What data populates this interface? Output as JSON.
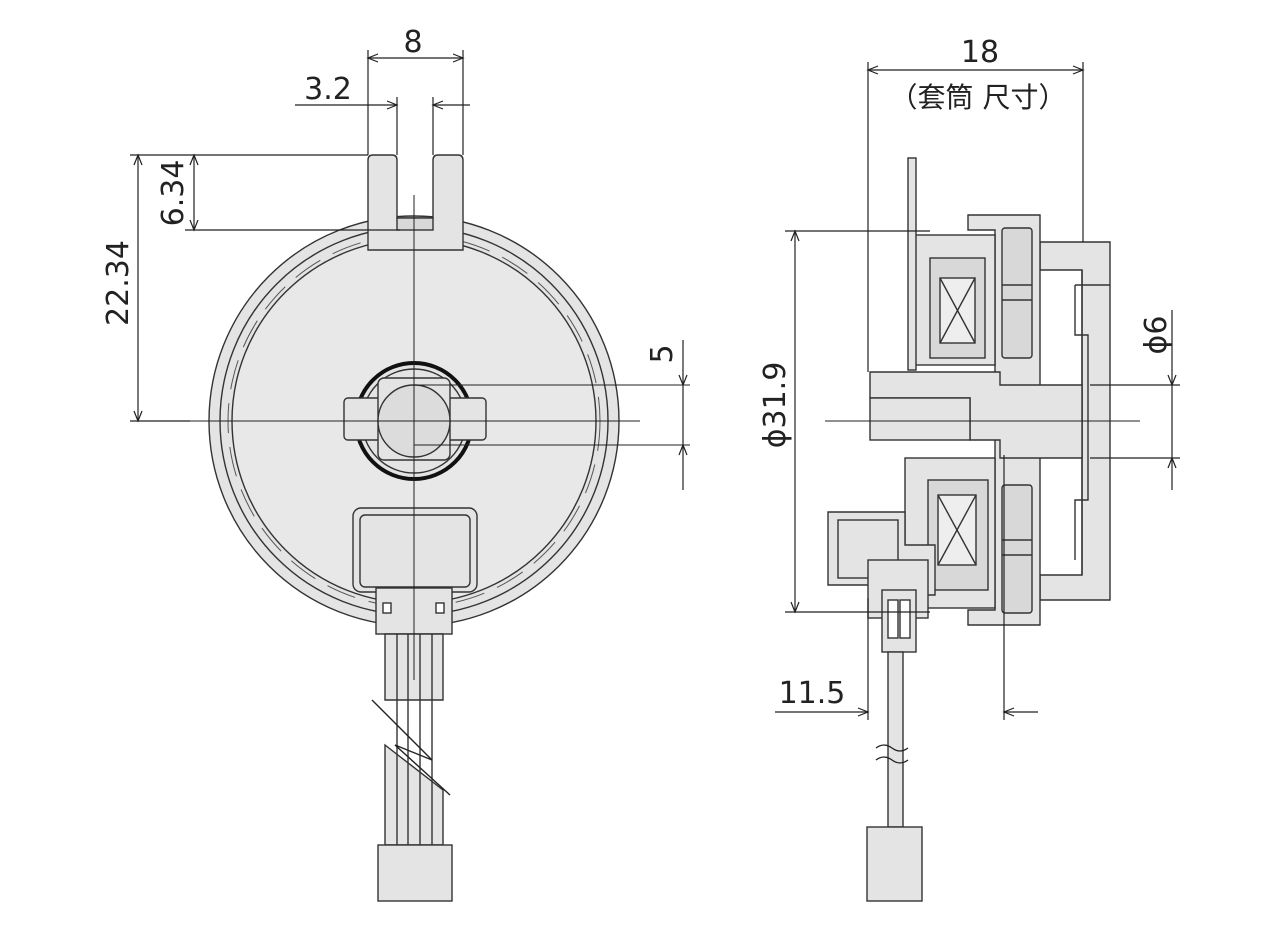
{
  "colors": {
    "part_fill": "#e4e4e4",
    "outline": "#333333",
    "dimension_line": "#222222",
    "background": "#ffffff"
  },
  "front_view": {
    "dim_width_8": "8",
    "dim_slot_3_2": "3.2",
    "dim_6_34": "6.34",
    "dim_22_34": "22.34",
    "dim_5": "5"
  },
  "side_view": {
    "dim_18": "18",
    "dim_18_note": "（套筒 尺寸）",
    "dim_phi31_9": "ϕ31.9",
    "dim_phi6": "ϕ6",
    "dim_11_5": "11.5"
  }
}
